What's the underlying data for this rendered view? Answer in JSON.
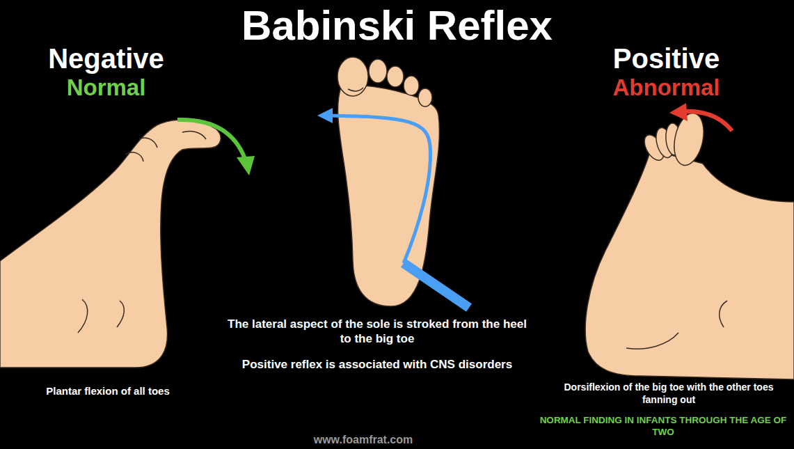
{
  "diagram": {
    "title": "Babinski Reflex",
    "labels": [
      "Negative",
      "Normal",
      "Positive",
      "Abnormal",
      "The lateral aspect of the sole is stroked from the heel to the big toe",
      "Plantar flexion of all toes",
      "Positive reflex is associated with CNS disorders",
      "Dorsiflexion of the big toe with the other toes fanning out",
      "NORMAL FINDING IN INFANTS THROUGH THE AGE OF TWO",
      "www.foamfrat.com"
    ]
  }
}
